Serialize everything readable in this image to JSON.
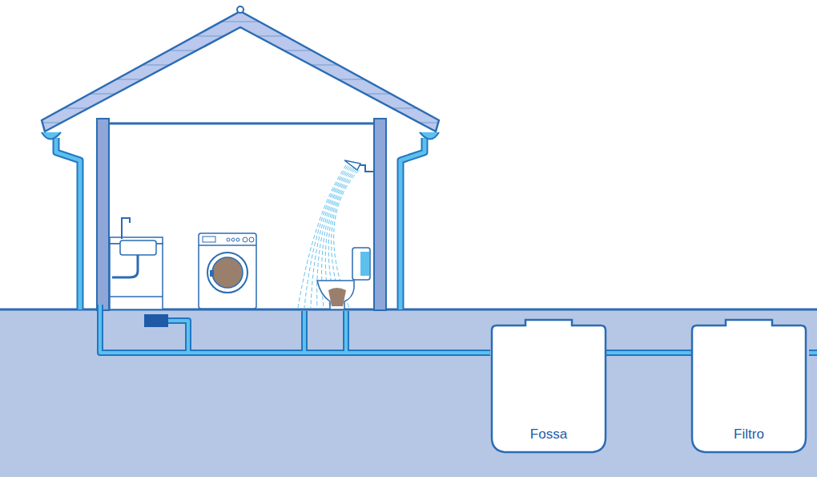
{
  "diagram": {
    "nodes": [
      {
        "text": [
          "Fossa"
        ]
      },
      {
        "text": [
          "Filtro"
        ]
      }
    ],
    "edges": [
      {
        "from": 0,
        "to": 1,
        "arrow": "none"
      }
    ]
  }
}
